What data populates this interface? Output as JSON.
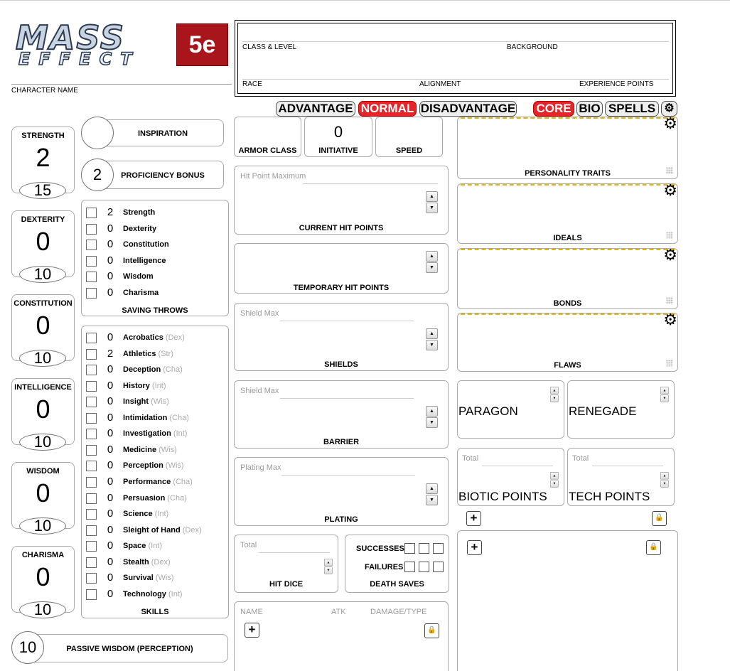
{
  "logo": {
    "text_top": "MASS",
    "text_bottom": "EFFECT",
    "badge": "5e"
  },
  "header": {
    "character_name_label": "CHARACTER NAME",
    "class_level_label": "CLASS & LEVEL",
    "background_label": "BACKGROUND",
    "race_label": "RACE",
    "alignment_label": "ALIGNMENT",
    "xp_label": "EXPERIENCE POINTS"
  },
  "roll_tabs": {
    "advantage": "ADVANTAGE",
    "normal": "NORMAL",
    "disadvantage": "DISADVANTAGE"
  },
  "sheet_tabs": {
    "core": "CORE",
    "bio": "BIO",
    "spells": "SPELLS"
  },
  "abilities": [
    {
      "name": "STRENGTH",
      "mod": "2",
      "score": "15"
    },
    {
      "name": "DEXTERITY",
      "mod": "0",
      "score": "10"
    },
    {
      "name": "CONSTITUTION",
      "mod": "0",
      "score": "10"
    },
    {
      "name": "INTELLIGENCE",
      "mod": "0",
      "score": "10"
    },
    {
      "name": "WISDOM",
      "mod": "0",
      "score": "10"
    },
    {
      "name": "CHARISMA",
      "mod": "0",
      "score": "10"
    }
  ],
  "inspiration": {
    "label": "INSPIRATION",
    "value": ""
  },
  "proficiency": {
    "label": "PROFICIENCY BONUS",
    "value": "2"
  },
  "saving_throws": {
    "title": "SAVING THROWS",
    "items": [
      {
        "value": "2",
        "name": "Strength"
      },
      {
        "value": "0",
        "name": "Dexterity"
      },
      {
        "value": "0",
        "name": "Constitution"
      },
      {
        "value": "0",
        "name": "Intelligence"
      },
      {
        "value": "0",
        "name": "Wisdom"
      },
      {
        "value": "0",
        "name": "Charisma"
      }
    ]
  },
  "skills": {
    "title": "SKILLS",
    "items": [
      {
        "value": "0",
        "name": "Acrobatics",
        "ability": "(Dex)"
      },
      {
        "value": "2",
        "name": "Athletics",
        "ability": "(Str)"
      },
      {
        "value": "0",
        "name": "Deception",
        "ability": "(Cha)"
      },
      {
        "value": "0",
        "name": "History",
        "ability": "(Int)"
      },
      {
        "value": "0",
        "name": "Insight",
        "ability": "(Wis)"
      },
      {
        "value": "0",
        "name": "Intimidation",
        "ability": "(Cha)"
      },
      {
        "value": "0",
        "name": "Investigation",
        "ability": "(Int)"
      },
      {
        "value": "0",
        "name": "Medicine",
        "ability": "(Wis)"
      },
      {
        "value": "0",
        "name": "Perception",
        "ability": "(Wis)"
      },
      {
        "value": "0",
        "name": "Performance",
        "ability": "(Cha)"
      },
      {
        "value": "0",
        "name": "Persuasion",
        "ability": "(Cha)"
      },
      {
        "value": "0",
        "name": "Science",
        "ability": "(Int)"
      },
      {
        "value": "0",
        "name": "Sleight of Hand",
        "ability": "(Dex)"
      },
      {
        "value": "0",
        "name": "Space",
        "ability": "(Int)"
      },
      {
        "value": "0",
        "name": "Stealth",
        "ability": "(Dex)"
      },
      {
        "value": "0",
        "name": "Survival",
        "ability": "(Wis)"
      },
      {
        "value": "0",
        "name": "Technology",
        "ability": "(Int)"
      }
    ]
  },
  "passive": {
    "value": "10",
    "label": "PASSIVE WISDOM (PERCEPTION)"
  },
  "combat": {
    "armor_class_label": "ARMOR CLASS",
    "initiative_label": "INITIATIVE",
    "initiative_value": "0",
    "speed_label": "SPEED"
  },
  "hp": {
    "max_placeholder": "Hit Point Maximum",
    "current_label": "CURRENT HIT POINTS",
    "temp_label": "TEMPORARY HIT POINTS"
  },
  "shields": {
    "max_placeholder": "Shield Max",
    "label": "SHIELDS"
  },
  "barrier": {
    "max_placeholder": "Shield Max",
    "label": "BARRIER"
  },
  "plating": {
    "max_placeholder": "Plating Max",
    "label": "PLATING"
  },
  "hit_dice": {
    "total_placeholder": "Total",
    "label": "HIT DICE"
  },
  "death_saves": {
    "successes_label": "SUCCESSES",
    "failures_label": "FAILURES",
    "label": "DEATH SAVES"
  },
  "attacks": {
    "name_col": "NAME",
    "atk_col": "ATK",
    "damage_col": "DAMAGE/TYPE"
  },
  "bio_boxes": {
    "personality": "PERSONALITY TRAITS",
    "ideals": "IDEALS",
    "bonds": "BONDS",
    "flaws": "FLAWS"
  },
  "morality": {
    "paragon": "PARAGON",
    "renegade": "RENEGADE"
  },
  "points": {
    "biotic_total_placeholder": "Total",
    "biotic_label": "BIOTIC POINTS",
    "tech_total_placeholder": "Total",
    "tech_label": "TECH POINTS"
  },
  "icons": {
    "add": "+",
    "lock": "🔒",
    "gear": "⚙",
    "spin_up": "▲",
    "spin_down": "▼"
  },
  "colors": {
    "accent_red": "#e4262b",
    "dash_yellow": "#e2b600"
  }
}
